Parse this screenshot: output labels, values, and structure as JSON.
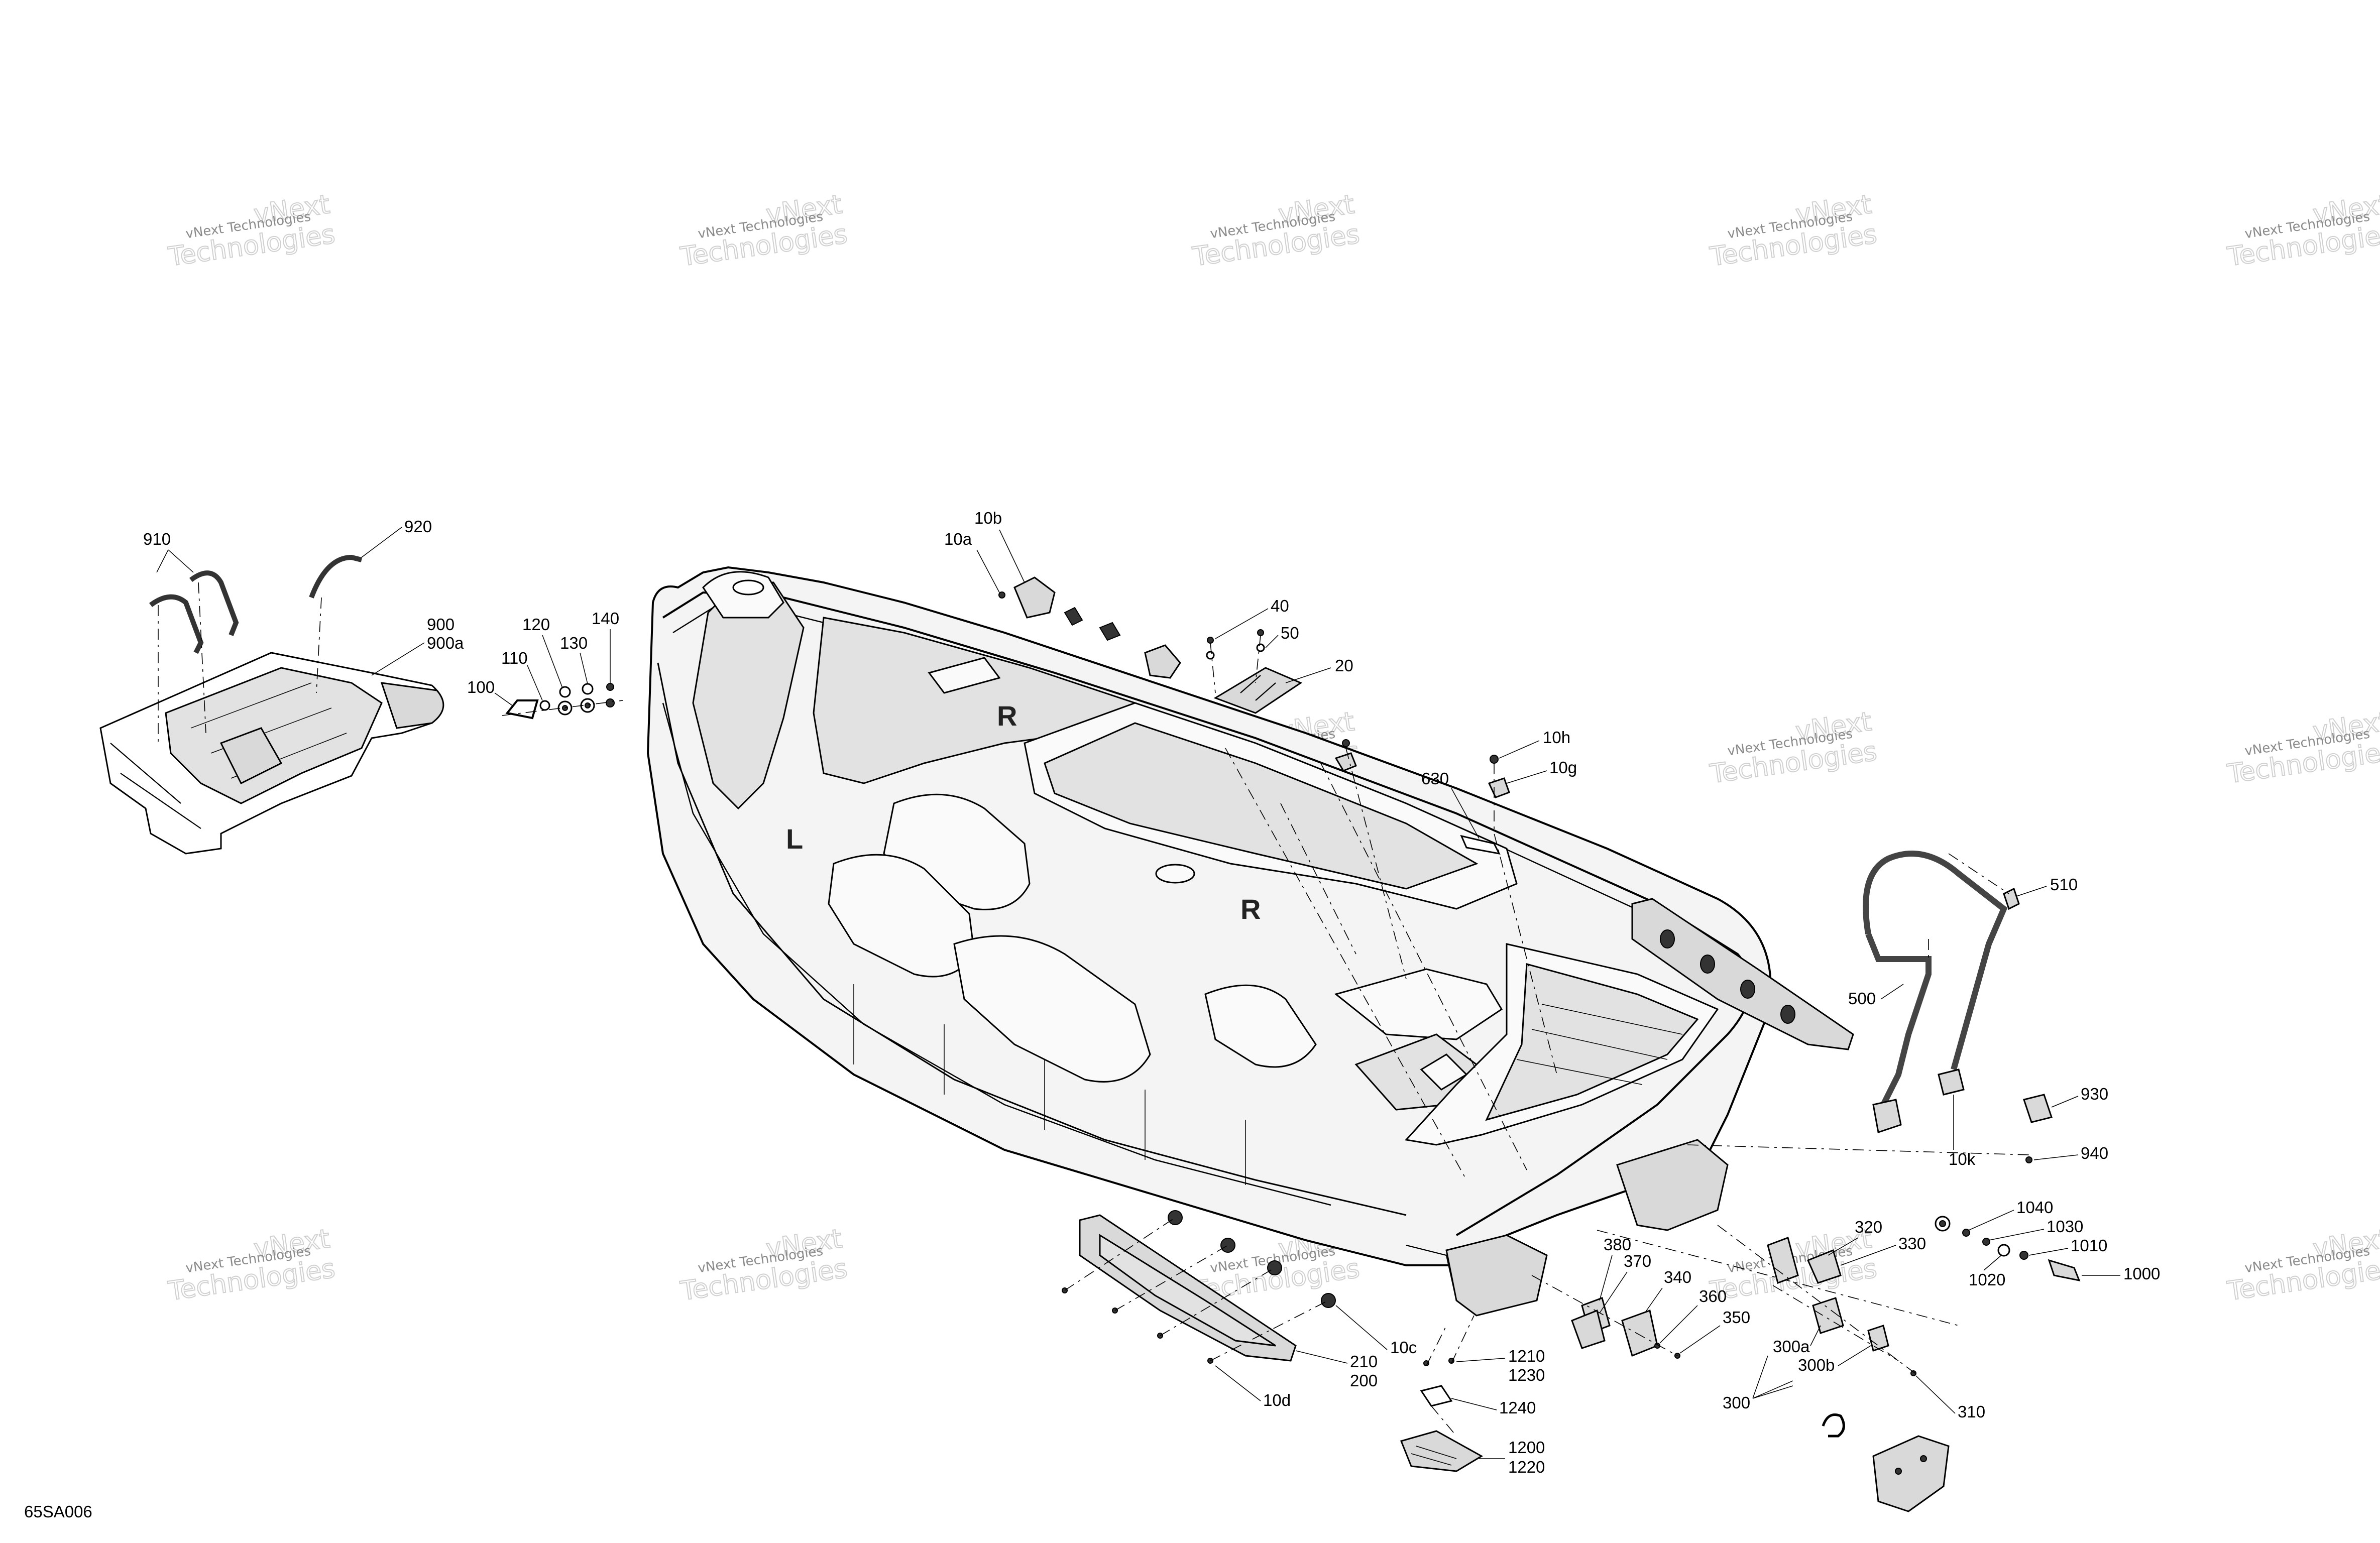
{
  "diagram_code": "65SA006",
  "watermark": {
    "line1": "vNext Technologies",
    "line2": "vNext",
    "line3": "Technologies"
  },
  "hull_letters": {
    "left": "L",
    "right": "R"
  },
  "callouts": {
    "c910": "910",
    "c920": "920",
    "c900": "900",
    "c900a": "900a",
    "c100": "100",
    "c110": "110",
    "c120": "120",
    "c130": "130",
    "c140": "140",
    "c10b": "10b",
    "c10a": "10a",
    "c40": "40",
    "c50": "50",
    "c20": "20",
    "c10h": "10h",
    "c10g": "10g",
    "c630": "630",
    "c510": "510",
    "c500": "500",
    "c930": "930",
    "c10k": "10k",
    "c940": "940",
    "c1040": "1040",
    "c1030": "1030",
    "c1010": "1010",
    "c1020": "1020",
    "c1000": "1000",
    "c320": "320",
    "c330": "330",
    "c380": "380",
    "c370": "370",
    "c340": "340",
    "c360": "360",
    "c350": "350",
    "c300a": "300a",
    "c300b": "300b",
    "c300": "300",
    "c310": "310",
    "c10c": "10c",
    "c210": "210",
    "c200": "200",
    "c10d": "10d",
    "c1210": "1210",
    "c1230": "1230",
    "c1240": "1240",
    "c1200": "1200",
    "c1220": "1220"
  }
}
